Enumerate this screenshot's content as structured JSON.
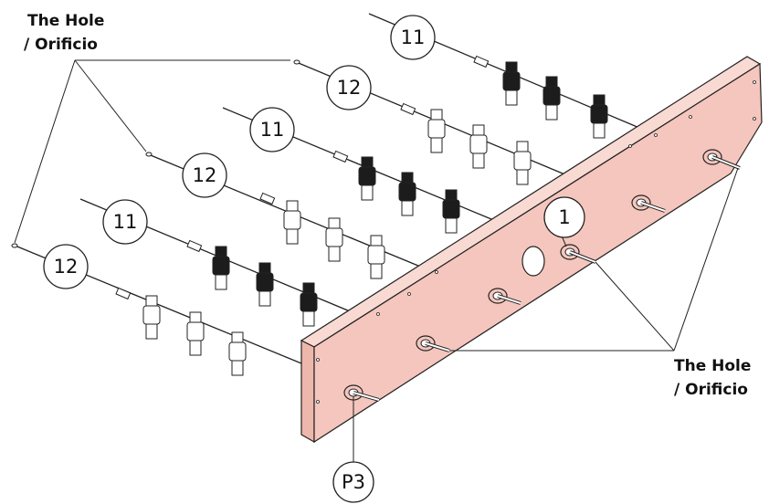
{
  "labels": {
    "hole_top_line1": "The Hole",
    "hole_top_line2": "/ Orificio",
    "hole_bottom_line1": "The Hole",
    "hole_bottom_line2": "/ Orificio"
  },
  "callouts": {
    "rod_a": "11",
    "rod_b": "12",
    "rod_c": "11",
    "rod_d": "12",
    "rod_e": "11",
    "rod_f": "12",
    "panel": "1",
    "part": "P3"
  },
  "colors": {
    "panel_face": "#f5c6bd",
    "panel_top": "#f9dad3",
    "panel_side": "#eeb7ab",
    "dark_figure": "#1c1c1c",
    "light_figure": "#ffffff",
    "line": "#222222"
  },
  "icons": {
    "figure": "foosball-player-figure",
    "bumper": "rod-bumper"
  }
}
